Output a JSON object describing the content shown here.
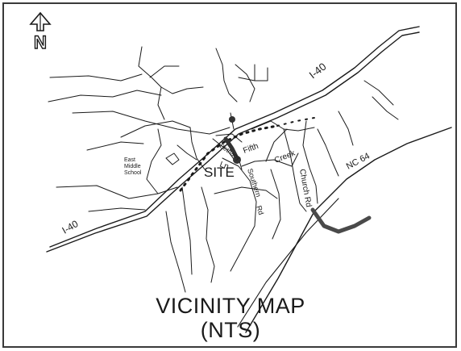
{
  "map": {
    "north_label": "N",
    "site_label": "SITE",
    "highway_i40_top": "I-40",
    "highway_i40_bottom": "I-40",
    "highway_nc64": "NC 64",
    "road_fifth": "Fifth",
    "road_creek": "Creek",
    "road_church": "Church Rd",
    "road_ln": "Ln",
    "road_bethany": "Bethany",
    "road_southern": "Southern",
    "road_rd": "Rd",
    "school_line1": "East",
    "school_line2": "Middle",
    "school_line3": "School"
  },
  "title": {
    "line1": "VICINITY MAP",
    "line2": "(NTS)"
  },
  "colors": {
    "ink": "#1a1a1a",
    "border": "#3a3a3a",
    "highlight_road": "#4a4a4a"
  }
}
